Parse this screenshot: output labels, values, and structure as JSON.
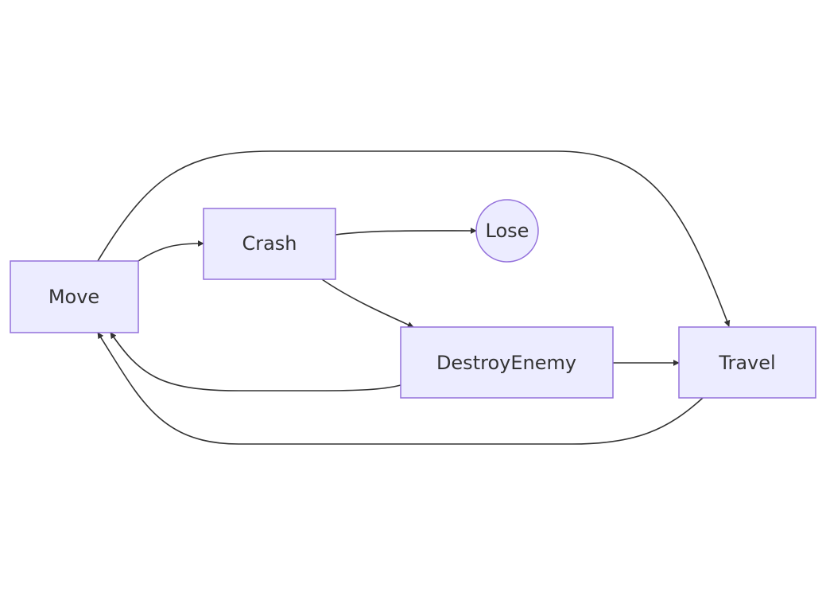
{
  "nodes": {
    "move": "Move",
    "crash": "Crash",
    "lose": "Lose",
    "destroy_enemy": "DestroyEnemy",
    "travel": "Travel"
  },
  "edges": [
    {
      "from": "Move",
      "to": "Crash"
    },
    {
      "from": "Move",
      "to": "Travel"
    },
    {
      "from": "Crash",
      "to": "Lose"
    },
    {
      "from": "Crash",
      "to": "DestroyEnemy"
    },
    {
      "from": "DestroyEnemy",
      "to": "Move"
    },
    {
      "from": "DestroyEnemy",
      "to": "Travel"
    },
    {
      "from": "Travel",
      "to": "Move"
    }
  ],
  "colors": {
    "node_fill": "#ECECFF",
    "node_stroke": "#9370DB",
    "edge": "#333333",
    "text": "#333333"
  }
}
